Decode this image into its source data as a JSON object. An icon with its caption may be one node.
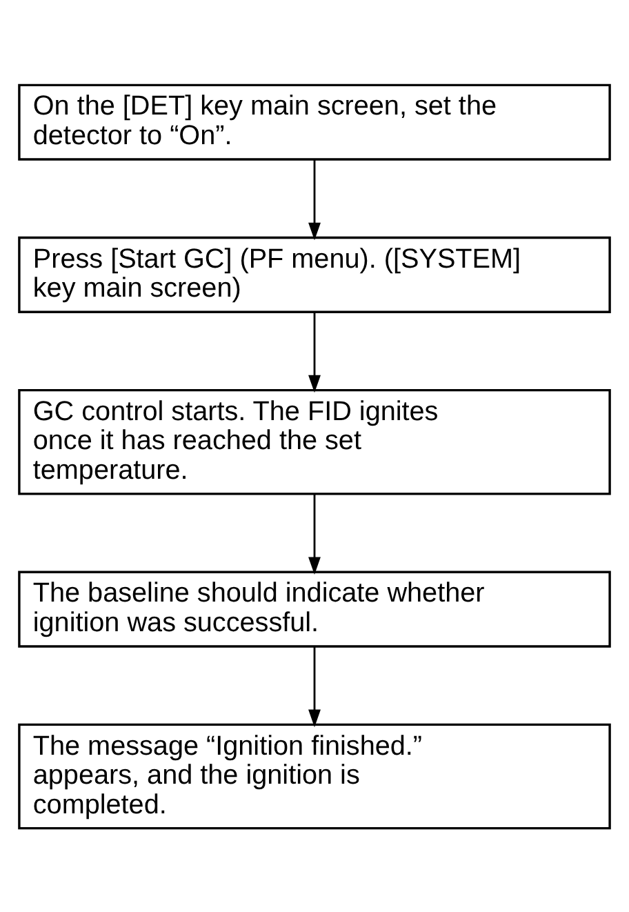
{
  "diagram": {
    "nodes": [
      {
        "text": [
          "On the [DET] key main screen, set the detector to “On”."
        ]
      },
      {
        "text": [
          "Press [Start GC] (PF menu). ([SYSTEM] key main screen)"
        ]
      },
      {
        "text": [
          "GC control starts. The FID ignites once it has reached the set temperature."
        ]
      },
      {
        "text": [
          "The baseline should indicate whether ignition was successful."
        ]
      },
      {
        "text": [
          "The message “Ignition finished.” appears, and the ignition is completed."
        ]
      }
    ],
    "edges": [
      {
        "from": 0,
        "to": 1,
        "arrow": "to"
      },
      {
        "from": 1,
        "to": 2,
        "arrow": "to"
      },
      {
        "from": 2,
        "to": 3,
        "arrow": "to"
      },
      {
        "from": 3,
        "to": 4,
        "arrow": "to"
      }
    ]
  }
}
